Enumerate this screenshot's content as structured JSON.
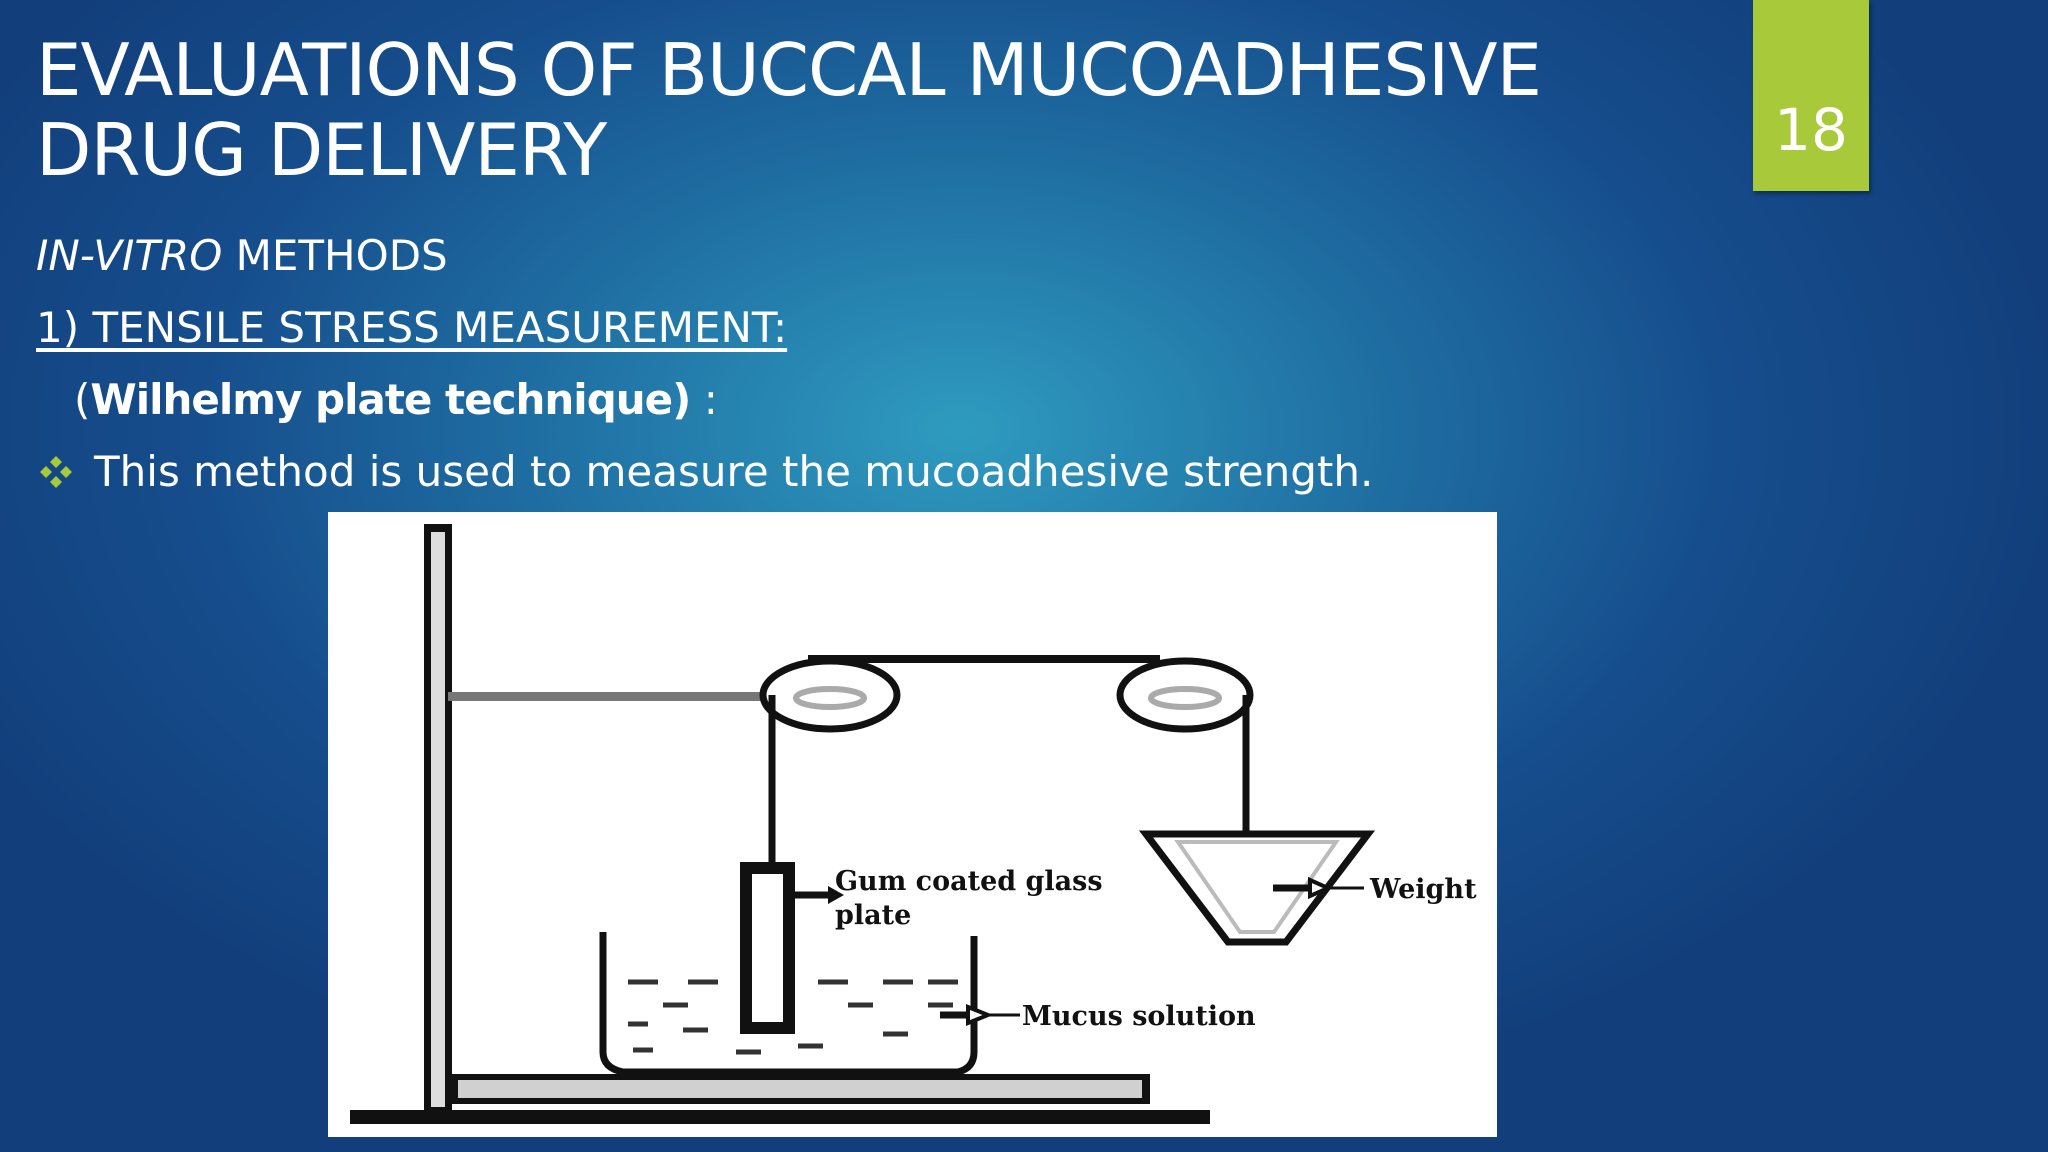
{
  "slide": {
    "title": "EVALUATIONS OF BUCCAL MUCOADHESIVE DRUG DELIVERY",
    "page_number": "18",
    "subhead_italic": "IN-VITRO",
    "subhead_rest": " METHODS",
    "section_heading": "1) TENSILE STRESS MEASUREMENT:",
    "technique_open": "(",
    "technique_name": "Wilhelmy plate technique)",
    "technique_colon": " :",
    "bullet_text": "This method is used to measure the mucoadhesive strength.",
    "bullet_icon": "diamond-quad-bullet-icon"
  },
  "figure": {
    "label_plate_line1": "Gum coated glass",
    "label_plate_line2": "plate",
    "label_weight": "Weight",
    "label_mucus": "Mucus solution"
  },
  "colors": {
    "accent": "#a7c93a",
    "background_center": "#2f9bbf",
    "background_edge": "#123f7c",
    "text": "#ffffff"
  }
}
